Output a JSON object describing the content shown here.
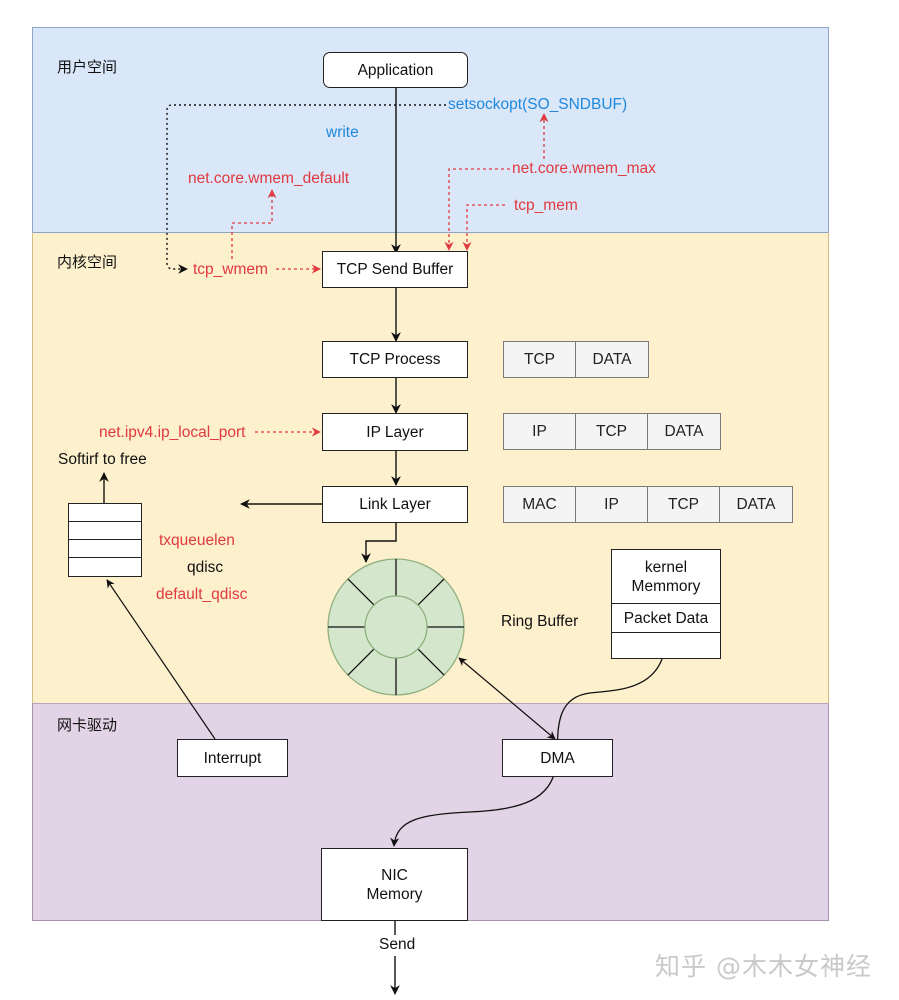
{
  "zones": {
    "user_space": "用户空间",
    "kernel_space": "内核空间",
    "nic_driver": "网卡驱动"
  },
  "nodes": {
    "application": "Application",
    "tcp_send_buffer": "TCP Send Buffer",
    "tcp_process": "TCP Process",
    "ip_layer": "IP Layer",
    "link_layer": "Link Layer",
    "interrupt": "Interrupt",
    "dma": "DMA",
    "nic_memory_line1": "NIC",
    "nic_memory_line2": "Memory",
    "kernel_memory_line1": "kernel",
    "kernel_memory_line2": "Memmory",
    "packet_data": "Packet Data"
  },
  "labels": {
    "setsockopt": "setsockopt(SO_SNDBUF)",
    "write": "write",
    "wmem_default": "net.core.wmem_default",
    "wmem_max": "net.core.wmem_max",
    "tcp_mem": "tcp_mem",
    "tcp_wmem": "tcp_wmem",
    "ip_local_port": "net.ipv4.ip_local_port",
    "softirq": "Softirf to free",
    "txqueuelen": "txqueuelen",
    "qdisc": "qdisc",
    "default_qdisc": "default_qdisc",
    "ring_buffer": "Ring Buffer",
    "send": "Send"
  },
  "packets": {
    "tcp": [
      "TCP",
      "DATA"
    ],
    "ip": [
      "IP",
      "TCP",
      "DATA"
    ],
    "link": [
      "MAC",
      "IP",
      "TCP",
      "DATA"
    ]
  },
  "watermark": "知乎 @木木女神经",
  "colors": {
    "user_space": "#dae7f9",
    "kernel_space": "#fdf0cd",
    "nic_driver": "#e2d3e6",
    "param_red": "#e0393e",
    "call_blue": "#1f88dc",
    "ring_fill": "#d4e6cc"
  }
}
